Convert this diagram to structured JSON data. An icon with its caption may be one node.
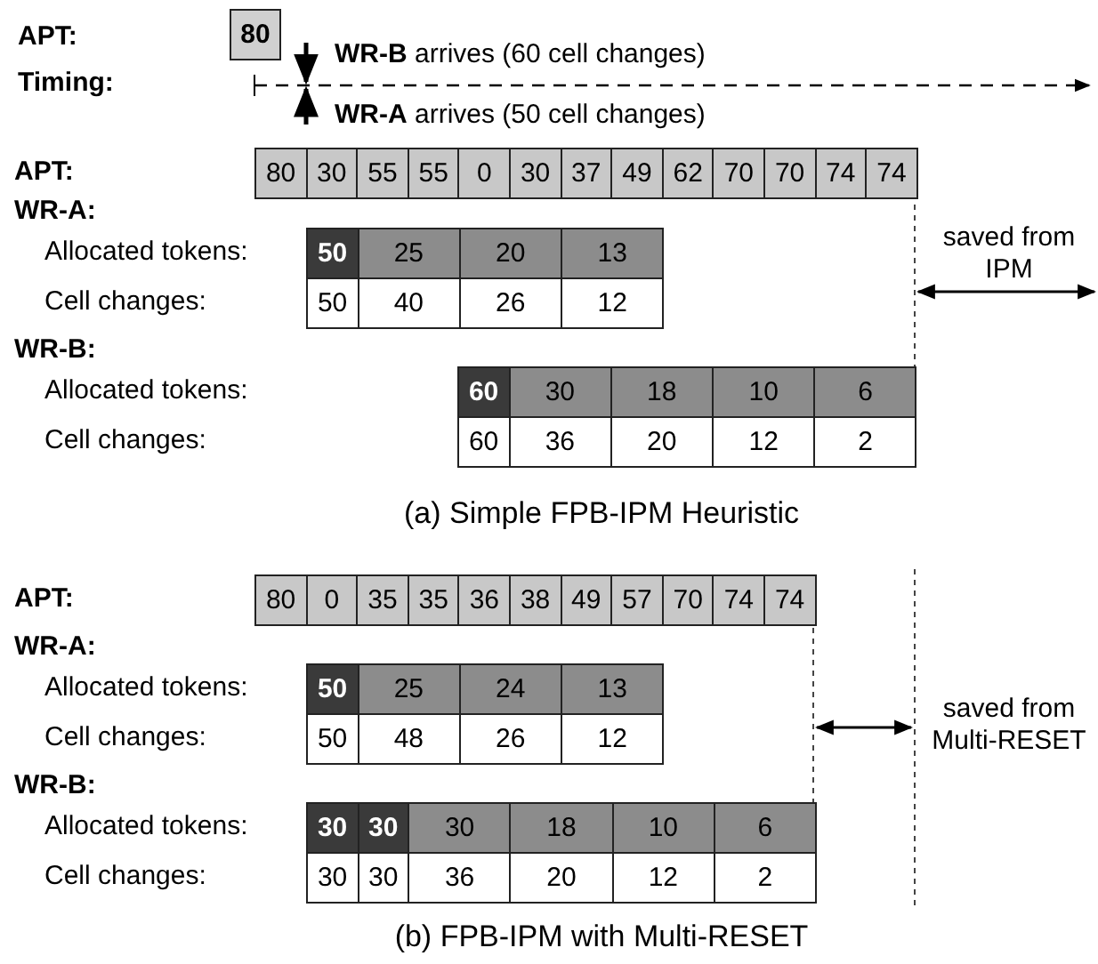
{
  "diagram": {
    "labels": [
      "APT:",
      "80",
      "Timing:",
      "**WR-B** arrives (60 cell changes)",
      "**WR-A** arrives (50 cell changes)",
      "APT:",
      "80",
      "30",
      "55",
      "55",
      "0",
      "30",
      "37",
      "49",
      "62",
      "70",
      "70",
      "74",
      "74",
      "WR-A:",
      "Allocated tokens:",
      "50",
      "25",
      "20",
      "13",
      "Cell changes:",
      "50",
      "40",
      "26",
      "12",
      "WR-B:",
      "Allocated tokens:",
      "60",
      "30",
      "18",
      "10",
      "6",
      "Cell changes:",
      "60",
      "36",
      "20",
      "12",
      "2",
      "saved from IPM",
      "(a) Simple FPB-IPM Heuristic",
      "APT:",
      "80",
      "0",
      "35",
      "35",
      "36",
      "38",
      "49",
      "57",
      "70",
      "74",
      "74",
      "WR-A:",
      "Allocated tokens:",
      "50",
      "25",
      "24",
      "13",
      "Cell changes:",
      "50",
      "48",
      "26",
      "12",
      "WR-B:",
      "Allocated tokens:",
      "30",
      "30",
      "30",
      "18",
      "10",
      "6",
      "Cell changes:",
      "30",
      "30",
      "36",
      "20",
      "12",
      "2",
      "saved from Multi-RESET",
      "(b) FPB-IPM with Multi-RESET"
    ]
  }
}
